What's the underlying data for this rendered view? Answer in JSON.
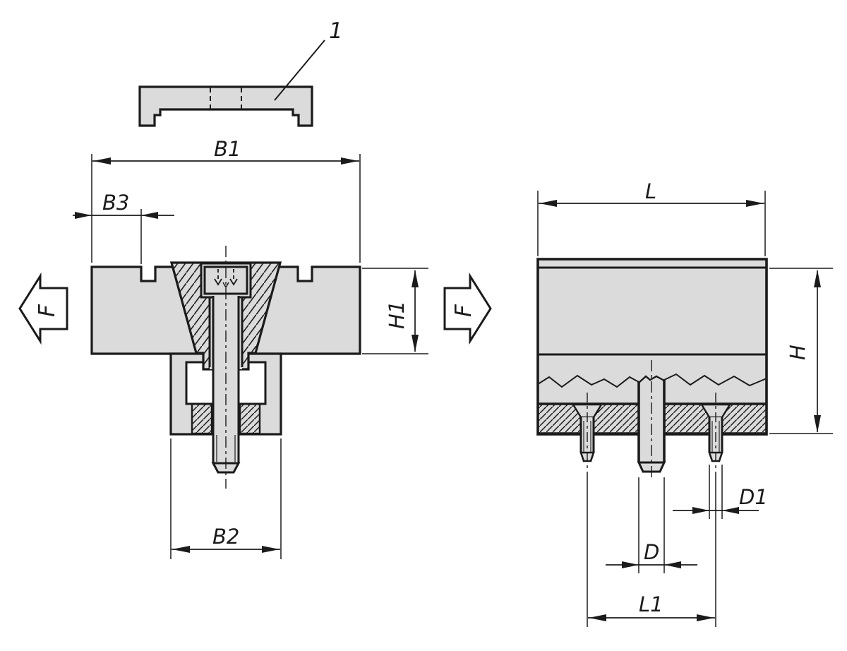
{
  "drawing": {
    "callout": {
      "number": "1"
    },
    "front_view": {
      "labels": {
        "b1": "B1",
        "b3": "B3",
        "b2": "B2",
        "h1": "H1",
        "force": "F"
      }
    },
    "side_view": {
      "labels": {
        "l": "L",
        "h": "H",
        "d": "D",
        "d1": "D1",
        "l1": "L1",
        "force": "F"
      }
    },
    "colors": {
      "part_fill": "#dbdbdb",
      "line": "#1b1b1b",
      "background": "#ffffff"
    }
  }
}
